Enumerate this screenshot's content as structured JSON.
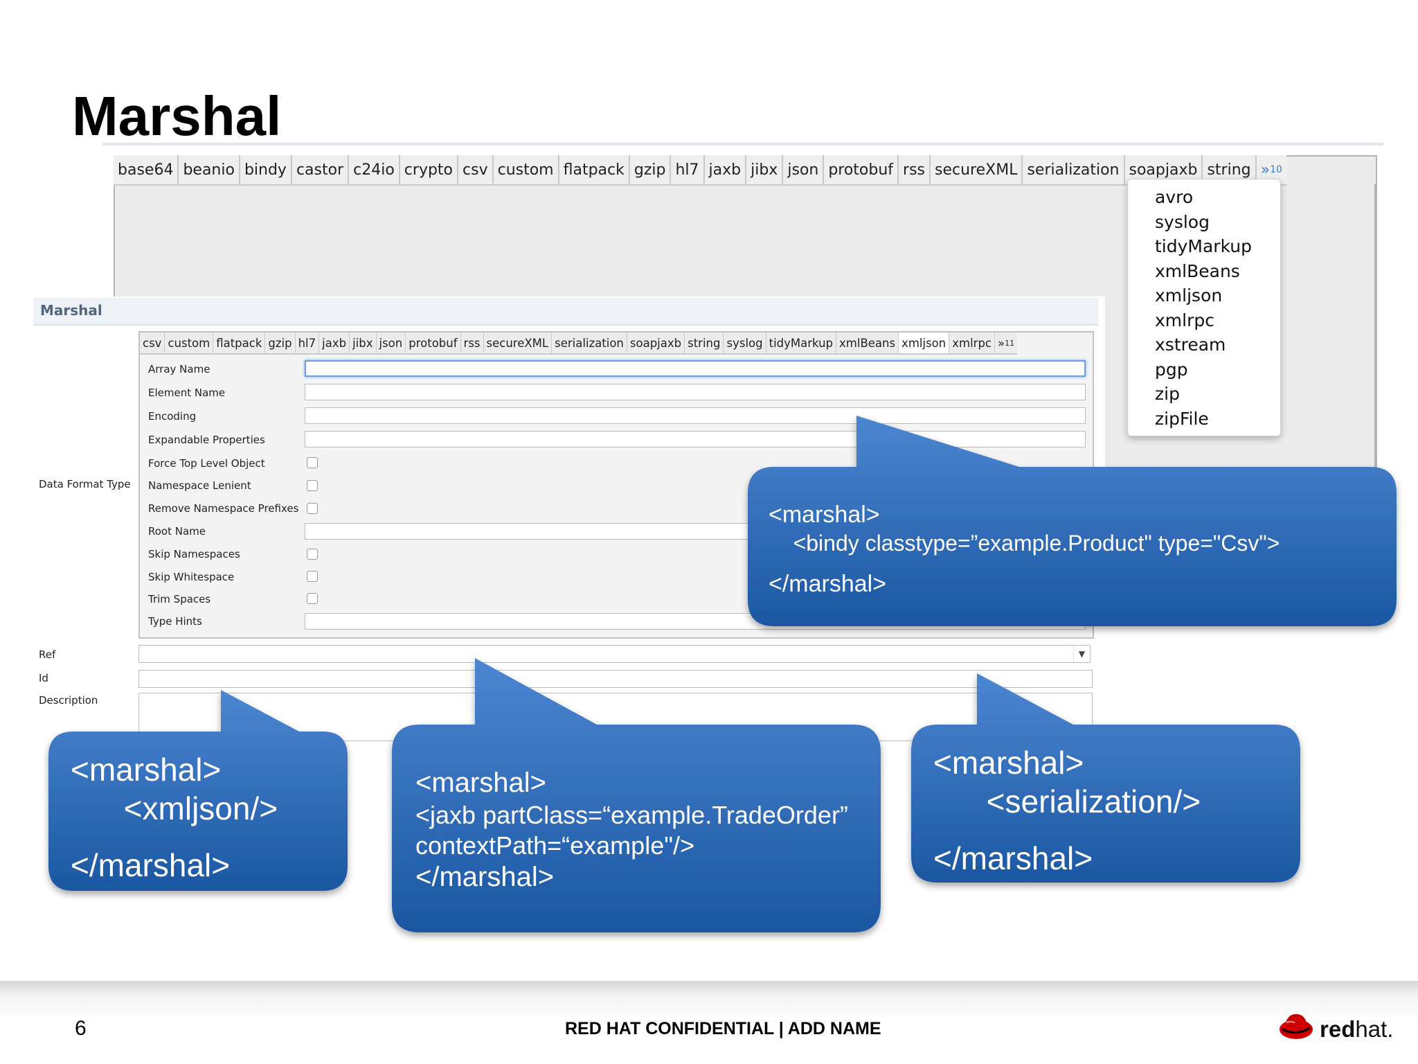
{
  "slide": {
    "title": "Marshal",
    "page_number": "6",
    "footer_text": "RED HAT CONFIDENTIAL | ADD NAME",
    "logo_bold": "red",
    "logo_light": "hat."
  },
  "big_screenshot": {
    "tabs": [
      "base64",
      "beanio",
      "bindy",
      "castor",
      "c24io",
      "crypto",
      "csv",
      "custom",
      "flatpack",
      "gzip",
      "hl7",
      "jaxb",
      "jibx",
      "json",
      "protobuf",
      "rss",
      "secureXML",
      "serialization",
      "soapjaxb",
      "string"
    ],
    "more_label": "»",
    "more_count": "10",
    "dropdown_items": [
      "avro",
      "syslog",
      "tidyMarkup",
      "xmlBeans",
      "xmljson",
      "xmlrpc",
      "xstream",
      "pgp",
      "zip",
      "zipFile"
    ]
  },
  "form": {
    "header": "Marshal",
    "tabs": [
      "csv",
      "custom",
      "flatpack",
      "gzip",
      "hl7",
      "jaxb",
      "jibx",
      "json",
      "protobuf",
      "rss",
      "secureXML",
      "serialization",
      "soapjaxb",
      "string",
      "syslog",
      "tidyMarkup",
      "xmlBeans",
      "xmljson",
      "xmlrpc"
    ],
    "active_tab": "xmljson",
    "more_label": "»",
    "more_count": "11",
    "data_format_type_label": "Data Format Type",
    "fields": {
      "array_name": "Array Name",
      "element_name": "Element Name",
      "encoding": "Encoding",
      "expandable_properties": "Expandable Properties",
      "force_top_level_object": "Force Top Level Object",
      "namespace_lenient": "Namespace Lenient",
      "remove_namespace_prefixes": "Remove Namespace Prefixes",
      "root_name": "Root Name",
      "skip_namespaces": "Skip Namespaces",
      "skip_whitespace": "Skip Whitespace",
      "trim_spaces": "Trim Spaces",
      "type_hints": "Type Hints"
    },
    "ref_label": "Ref",
    "id_label": "Id",
    "description_label": "Description",
    "ref_caret": "▼"
  },
  "callouts": {
    "bindy": {
      "line1": "<marshal>",
      "line2": "    <bindy classtype=”example.Product\" type=\"Csv\">",
      "line3": "</marshal>"
    },
    "xmljson": {
      "line1": "<marshal>",
      "line2": "      <xmljson/>",
      "line3": "</marshal>"
    },
    "jaxb": {
      "line1": "<marshal>",
      "line2": "<jaxb partClass=“example.TradeOrder”",
      "line3": "contextPath=“example\"/>",
      "line4": "</marshal>"
    },
    "serialization": {
      "line1": "<marshal>",
      "line2": "      <serialization/>",
      "line3": "</marshal>"
    }
  },
  "colors": {
    "callout_top": "#4a84d0",
    "callout_bottom": "#1d5ba6",
    "accent_tab": "#3d7cc8"
  }
}
